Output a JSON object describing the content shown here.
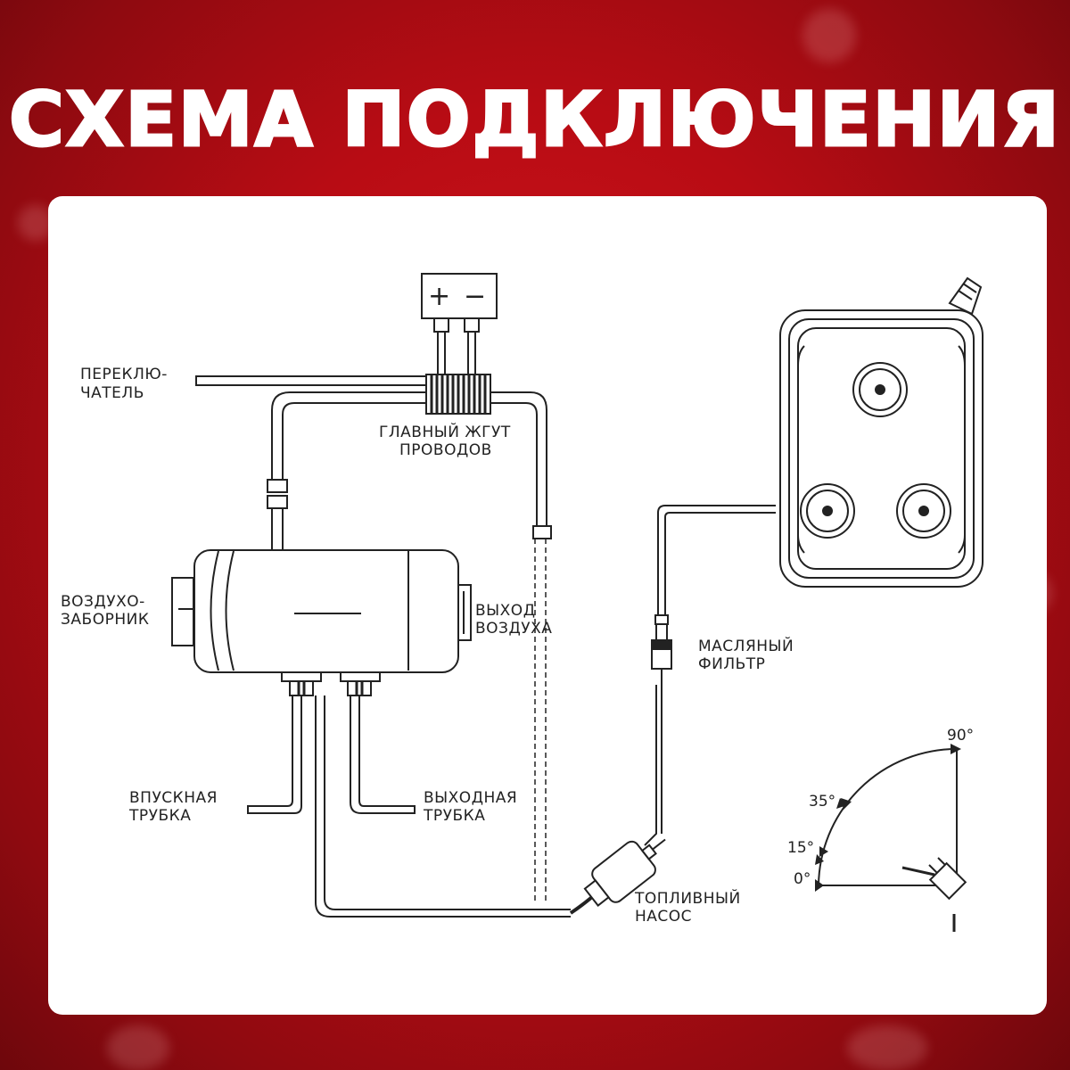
{
  "title": "СХЕМА ПОДКЛЮЧЕНИЯ",
  "battery": {
    "plus": "+",
    "minus": "−"
  },
  "labels": {
    "switch_l1": "ПЕРЕКЛЮ-",
    "switch_l2": "ЧАТЕЛЬ",
    "harness_l1": "ГЛАВНЫЙ ЖГУТ",
    "harness_l2": "ПРОВОДОВ",
    "intake_l1": "ВОЗДУХО-",
    "intake_l2": "ЗАБОРНИК",
    "outlet_l1": "ВЫХОД",
    "outlet_l2": "ВОЗДУХА",
    "filter_l1": "МАСЛЯНЫЙ",
    "filter_l2": "ФИЛЬТР",
    "inlet_pipe_l1": "ВПУСКНАЯ",
    "inlet_pipe_l2": "ТРУБКА",
    "exhaust_pipe_l1": "ВЫХОДНАЯ",
    "exhaust_pipe_l2": "ТРУБКА",
    "pump_l1": "ТОПЛИВНЫЙ",
    "pump_l2": "НАСОС"
  },
  "angles": {
    "a90": "90°",
    "a35": "35°",
    "a15": "15°",
    "a0": "0°",
    "marker": "I"
  },
  "colors": {
    "background": "#c3101a",
    "card": "#ffffff",
    "line": "#222222"
  }
}
